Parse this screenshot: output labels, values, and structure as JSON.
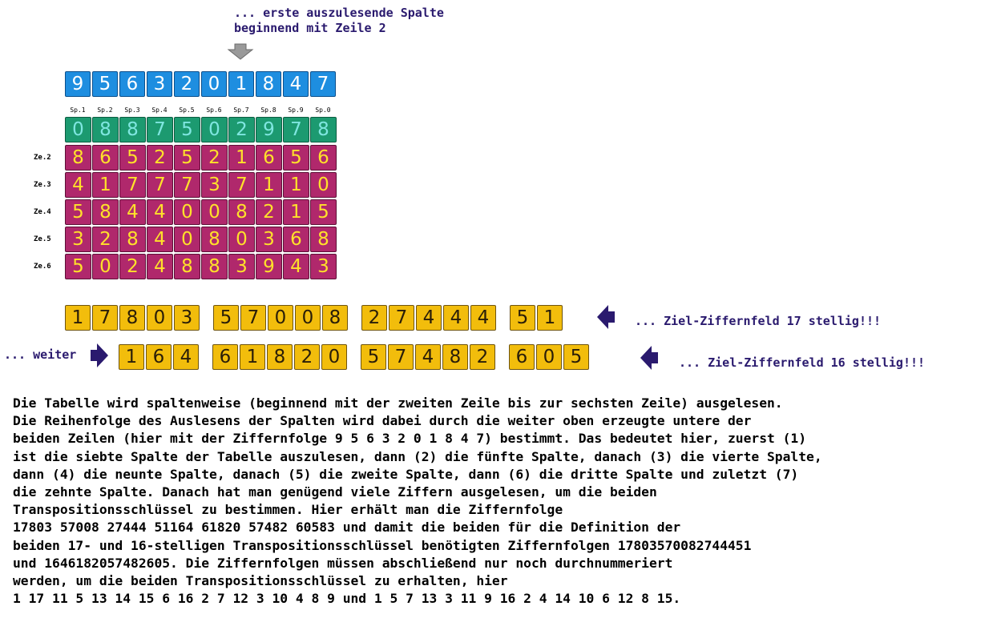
{
  "top_note": {
    "line1": "... erste auszulesende Spalte",
    "line2": "beginnend mit Zeile 2"
  },
  "key_row": [
    "9",
    "5",
    "6",
    "3",
    "2",
    "0",
    "1",
    "8",
    "4",
    "7"
  ],
  "column_headers": [
    "Sp.1",
    "Sp.2",
    "Sp.3",
    "Sp.4",
    "Sp.5",
    "Sp.6",
    "Sp.7",
    "Sp.8",
    "Sp.9",
    "Sp.0"
  ],
  "header_row": [
    "0",
    "8",
    "8",
    "7",
    "5",
    "0",
    "2",
    "9",
    "7",
    "8"
  ],
  "table_rows": [
    {
      "label": "Ze.2",
      "cells": [
        "8",
        "6",
        "5",
        "2",
        "5",
        "2",
        "1",
        "6",
        "5",
        "6"
      ]
    },
    {
      "label": "Ze.3",
      "cells": [
        "4",
        "1",
        "7",
        "7",
        "7",
        "3",
        "7",
        "1",
        "1",
        "0"
      ]
    },
    {
      "label": "Ze.4",
      "cells": [
        "5",
        "8",
        "4",
        "4",
        "0",
        "0",
        "8",
        "2",
        "1",
        "5"
      ]
    },
    {
      "label": "Ze.5",
      "cells": [
        "3",
        "2",
        "8",
        "4",
        "0",
        "8",
        "0",
        "3",
        "6",
        "8"
      ]
    },
    {
      "label": "Ze.6",
      "cells": [
        "5",
        "0",
        "2",
        "4",
        "8",
        "8",
        "3",
        "9",
        "4",
        "3"
      ]
    }
  ],
  "result1": {
    "groups": [
      [
        "1",
        "7",
        "8",
        "0",
        "3"
      ],
      [
        "5",
        "7",
        "0",
        "0",
        "8"
      ],
      [
        "2",
        "7",
        "4",
        "4",
        "4"
      ],
      [
        "5",
        "1"
      ]
    ],
    "note": "... Ziel-Ziffernfeld 17 stellig!!!"
  },
  "result2": {
    "prefix": "... weiter",
    "groups": [
      [
        "1",
        "6",
        "4"
      ],
      [
        "6",
        "1",
        "8",
        "2",
        "0"
      ],
      [
        "5",
        "7",
        "4",
        "8",
        "2"
      ],
      [
        "6",
        "0",
        "5"
      ]
    ],
    "note": "... Ziel-Ziffernfeld 16 stellig!!!"
  },
  "paragraph": [
    "Die Tabelle wird spaltenweise (beginnend mit der zweiten Zeile bis zur sechsten Zeile) ausgelesen.",
    "Die Reihenfolge des Auslesens der Spalten wird dabei durch die weiter oben erzeugte untere der",
    "beiden Zeilen (hier mit der Ziffernfolge 9 5 6 3 2 0 1 8 4 7) bestimmt. Das bedeutet hier, zuerst (1)",
    "ist die siebte Spalte der Tabelle auszulesen, dann (2) die fünfte Spalte, danach (3) die vierte Spalte,",
    "dann (4) die neunte Spalte, danach (5) die zweite Spalte, dann (6) die dritte Spalte und zuletzt (7)",
    "die zehnte Spalte. Danach hat man genügend viele Ziffern ausgelesen, um die beiden",
    "Transpositionsschlüssel zu bestimmen. Hier erhält man die Ziffernfolge",
    "17803 57008 27444 51164 61820 57482 60583 und damit die beiden für die Definition der",
    "beiden 17- und 16-stelligen Transpositionsschlüssel benötigten Ziffernfolgen 17803570082744451",
    "und 1646182057482605. Die Ziffernfolgen müssen abschließend nur noch durchnummeriert",
    "werden, um die beiden Transpositionsschlüssel zu erhalten, hier",
    "1 17 11 5 13 14 15 6 16 2 7 12 3 10 4 8 9 und 1 5 7 13 3 11 9 16 2 4 14 10 6 12 8 15."
  ],
  "colors": {
    "key_cell": "#1e8ee0",
    "header_cell": "#1c9a70",
    "table_cell": "#b0286c",
    "result_cell": "#f2bd0c",
    "arrow_purple": "#2a1a6e",
    "arrow_gray": "#9a9a9a"
  }
}
